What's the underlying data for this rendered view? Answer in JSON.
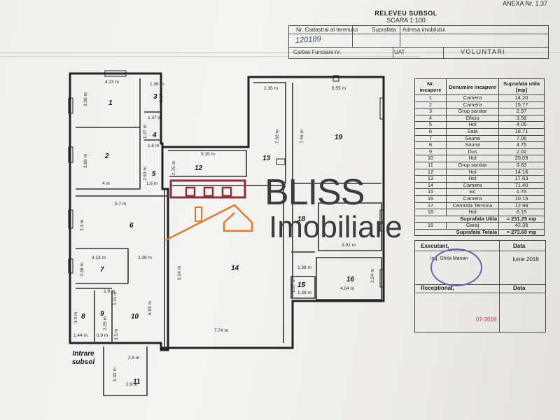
{
  "header": {
    "annex": "ANEXA Nr. 1.37",
    "title": "RELEVEU SUBSOL",
    "scale": "SCARA 1:100",
    "cadastral_label": "Nr. Cadastral al terenului",
    "surface_label": "Suprafata",
    "address_label": "Adresa imobilului",
    "cadastral_value": "120189",
    "land_book_label": "Cartea Funciara nr.",
    "uat_label": "UAT",
    "uat_value": "VOLUNTARI"
  },
  "rooms_table": {
    "headers": [
      "Nr. incapere",
      "Denumire incapere",
      "Suprafata utila [mp]"
    ],
    "rows": [
      [
        "1",
        "Camera",
        "14.20"
      ],
      [
        "2",
        "Camera",
        "15.77"
      ],
      [
        "3",
        "Grup sanitar",
        "2.97"
      ],
      [
        "4",
        "Oficiu",
        "3.58"
      ],
      [
        "5",
        "Hol",
        "4.05"
      ],
      [
        "6",
        "Sala",
        "18.71"
      ],
      [
        "7",
        "Sauna",
        "7.06"
      ],
      [
        "8",
        "Sauna",
        "4.75"
      ],
      [
        "9",
        "Dus",
        "2.02"
      ],
      [
        "10",
        "Hol",
        "20.09"
      ],
      [
        "11",
        "Grup sanitar",
        "3.83"
      ],
      [
        "12",
        "Hol",
        "14.16"
      ],
      [
        "13",
        "Hol",
        "17.63"
      ],
      [
        "14",
        "Camera",
        "71.40"
      ],
      [
        "15",
        "wc",
        "1.75"
      ],
      [
        "16",
        "Camera",
        "10.15"
      ],
      [
        "17",
        "Centrala Termica",
        "12.98"
      ],
      [
        "18",
        "Hol",
        "6.15"
      ]
    ],
    "useful_label": "Suprafata Utila",
    "useful_value": "= 231.25 mp",
    "garage_no": "19",
    "garage_name": "Garaj",
    "garage_value": "42.35",
    "total_label": "Suprafata Totala",
    "total_value": "= 273.60 mp"
  },
  "executant": {
    "label": "Executant,",
    "date_label": "Data",
    "name": "ing. Ghita Marian",
    "date": "Iunie 2018",
    "receptionat": "Receptionat,",
    "date_label2": "Data",
    "stamp_date": "07-2018"
  },
  "plan": {
    "rooms": [
      "1",
      "2",
      "3",
      "4",
      "5",
      "6",
      "7",
      "8",
      "9",
      "10",
      "11",
      "12",
      "13",
      "14",
      "15",
      "16",
      "18",
      "19"
    ],
    "entrance": "Intrare subsol",
    "dims": {
      "d1": "4.23 m",
      "d2": "1.36 m",
      "d3": "3.36 m",
      "d4": "2.18 m",
      "d5": "1.37 m",
      "d6": "3.96 m",
      "d7": "4 m",
      "d8": "1.6 m",
      "d9": "1.6 m",
      "d10": "2.53 m",
      "d11": "2.35 m",
      "d12": "6.55 m",
      "d13": "7.50 m",
      "d14": "7.46 m",
      "d15": "5.15 m",
      "d16": "2.75 m",
      "d17": "5.7 m",
      "d18": "3.3 m",
      "d19": "3.13 m",
      "d20": "2.38 m",
      "d21": "2.38 m",
      "d22": "9.24 m",
      "d23": "3.92 m",
      "d24": "1.38 m",
      "d25": "4.04 m",
      "d26": "2.54 m",
      "d27": "1.38 m",
      "d28": "1.27 m",
      "d29": "1.9 m",
      "d30": "1.11 m",
      "d31": "3.3 m",
      "d32": "2.25 m",
      "d33": "6.93 m",
      "d34": "7.74 m",
      "d35": "1.44 m",
      "d36": "0.9 m",
      "d37": "3.5 m",
      "d38": "2.9 m",
      "d39": "1.32 m",
      "d40": "2.9 m",
      "d41": "1.27 m"
    }
  },
  "watermark": {
    "brand1": "BLISS",
    "brand2": "Imobiliare",
    "colors": {
      "house": "#8b2f3a",
      "accent": "#e07a2f",
      "text": "#3b3b3b"
    }
  }
}
